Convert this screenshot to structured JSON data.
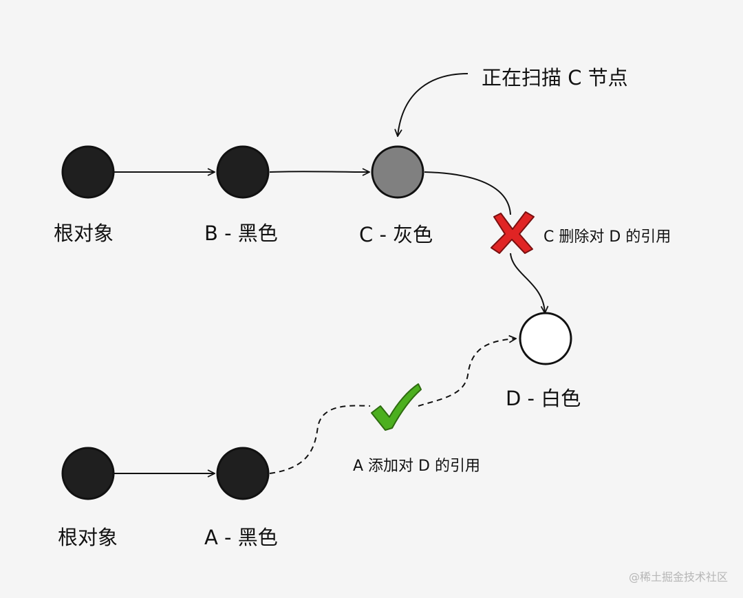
{
  "diagram": {
    "nodes": {
      "root1": {
        "label": "根对象",
        "color": "#1f1f1f"
      },
      "b": {
        "label": "B - 黑色",
        "color": "#1f1f1f"
      },
      "c": {
        "label": "C - 灰色",
        "color": "#808080"
      },
      "d": {
        "label": "D - 白色",
        "color": "#ffffff"
      },
      "root2": {
        "label": "根对象",
        "color": "#1f1f1f"
      },
      "a": {
        "label": "A - 黑色",
        "color": "#1f1f1f"
      }
    },
    "annotations": {
      "scanning": "正在扫描 C 节点",
      "delete": "C 删除对 D 的引用",
      "add": "A 添加对 D 的引用"
    },
    "markers": {
      "cross": {
        "icon": "cross-icon",
        "color": "#e02424"
      },
      "check": {
        "icon": "check-icon",
        "color": "#4caf1f"
      }
    },
    "watermark": "@稀土掘金技术社区"
  }
}
